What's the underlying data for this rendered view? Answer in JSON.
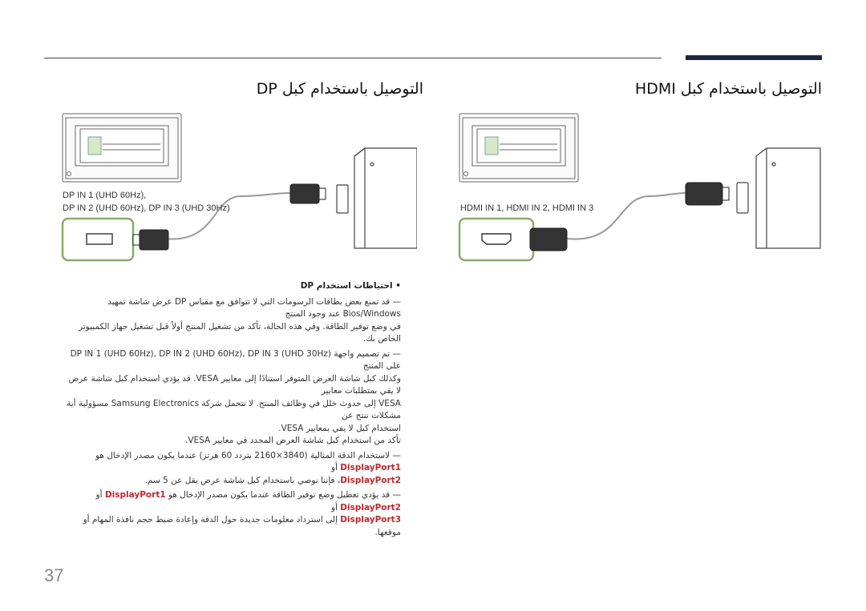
{
  "page": {
    "number": "37"
  },
  "hdmi_section": {
    "title": "التوصيل باستخدام كبل HDMI",
    "port_label": "HDMI IN 1, HDMI IN 2, HDMI IN 3"
  },
  "dp_section": {
    "title": "التوصيل باستخدام كبل DP",
    "port_label_1": "DP IN 1 (UHD 60Hz),",
    "port_label_2": "DP IN 2 (UHD 60Hz), DP IN 3 (UHD 30Hz)"
  },
  "notes": {
    "heading": "احتياطات استخدام DP",
    "n1_a": "قد تمنع بعض بطاقات الرسومات التي لا تتوافق مع مقياس DP عرض شاشة تمهيد Bios/Windows عند وجود المنتج",
    "n1_b": "في وضع توفير الطاقة. وفي هذه الحالة، تأكد من تشغيل المنتج أولاً قبل تشغيل جهاز الكمبيوتر الخاص بك.",
    "n2_a": "تم تصميم واجهة DP IN 1 (UHD 60Hz), DP IN 2 (UHD 60Hz), DP IN 3 (UHD 30Hz) على المنتج",
    "n2_b": "وكذلك كبل شاشة العرض المتوفر استنادًا إلى معايير VESA. قد يؤدي استخدام كبل شاشة عرض لا يفي بمتطلبات معايير",
    "n2_c": "VESA إلى حدوث خلل في وظائف المنتج. لا تتحمل شركة Samsung Electronics مسؤولية أية مشكلات تنتج عن",
    "n2_d": "استخدام كبل لا يفي بمعايير VESA.",
    "n2_e": "تأكد من استخدام كبل شاشة العرض المحدد في معايير VESA.",
    "n3_a": "لاستخدام الدقة المثالية (3840×2160 بتردد 60 هرتز) عندما يكون مصدر الإدخال هو",
    "n3_hl1": "DisplayPort1",
    "n3_b": "أو",
    "n3_hl2": "DisplayPort2",
    "n3_c": "، فإننا نوصي باستخدام كبل شاشة عرض يقل عن 5 سم.",
    "n4_a": "قد يؤدي تعطيل وضع توفير الطاقة عندما يكون مصدر الإدخال هو",
    "n4_hl1": "DisplayPort1",
    "n4_b": "أو",
    "n4_hl2": "DisplayPort2",
    "n4_c": "أو",
    "n4_hl3": "DisplayPort3",
    "n4_d": "إلى استرداد معلومات جديدة حول الدقة وإعادة ضبط حجم نافذة المهام أو موقعها."
  }
}
